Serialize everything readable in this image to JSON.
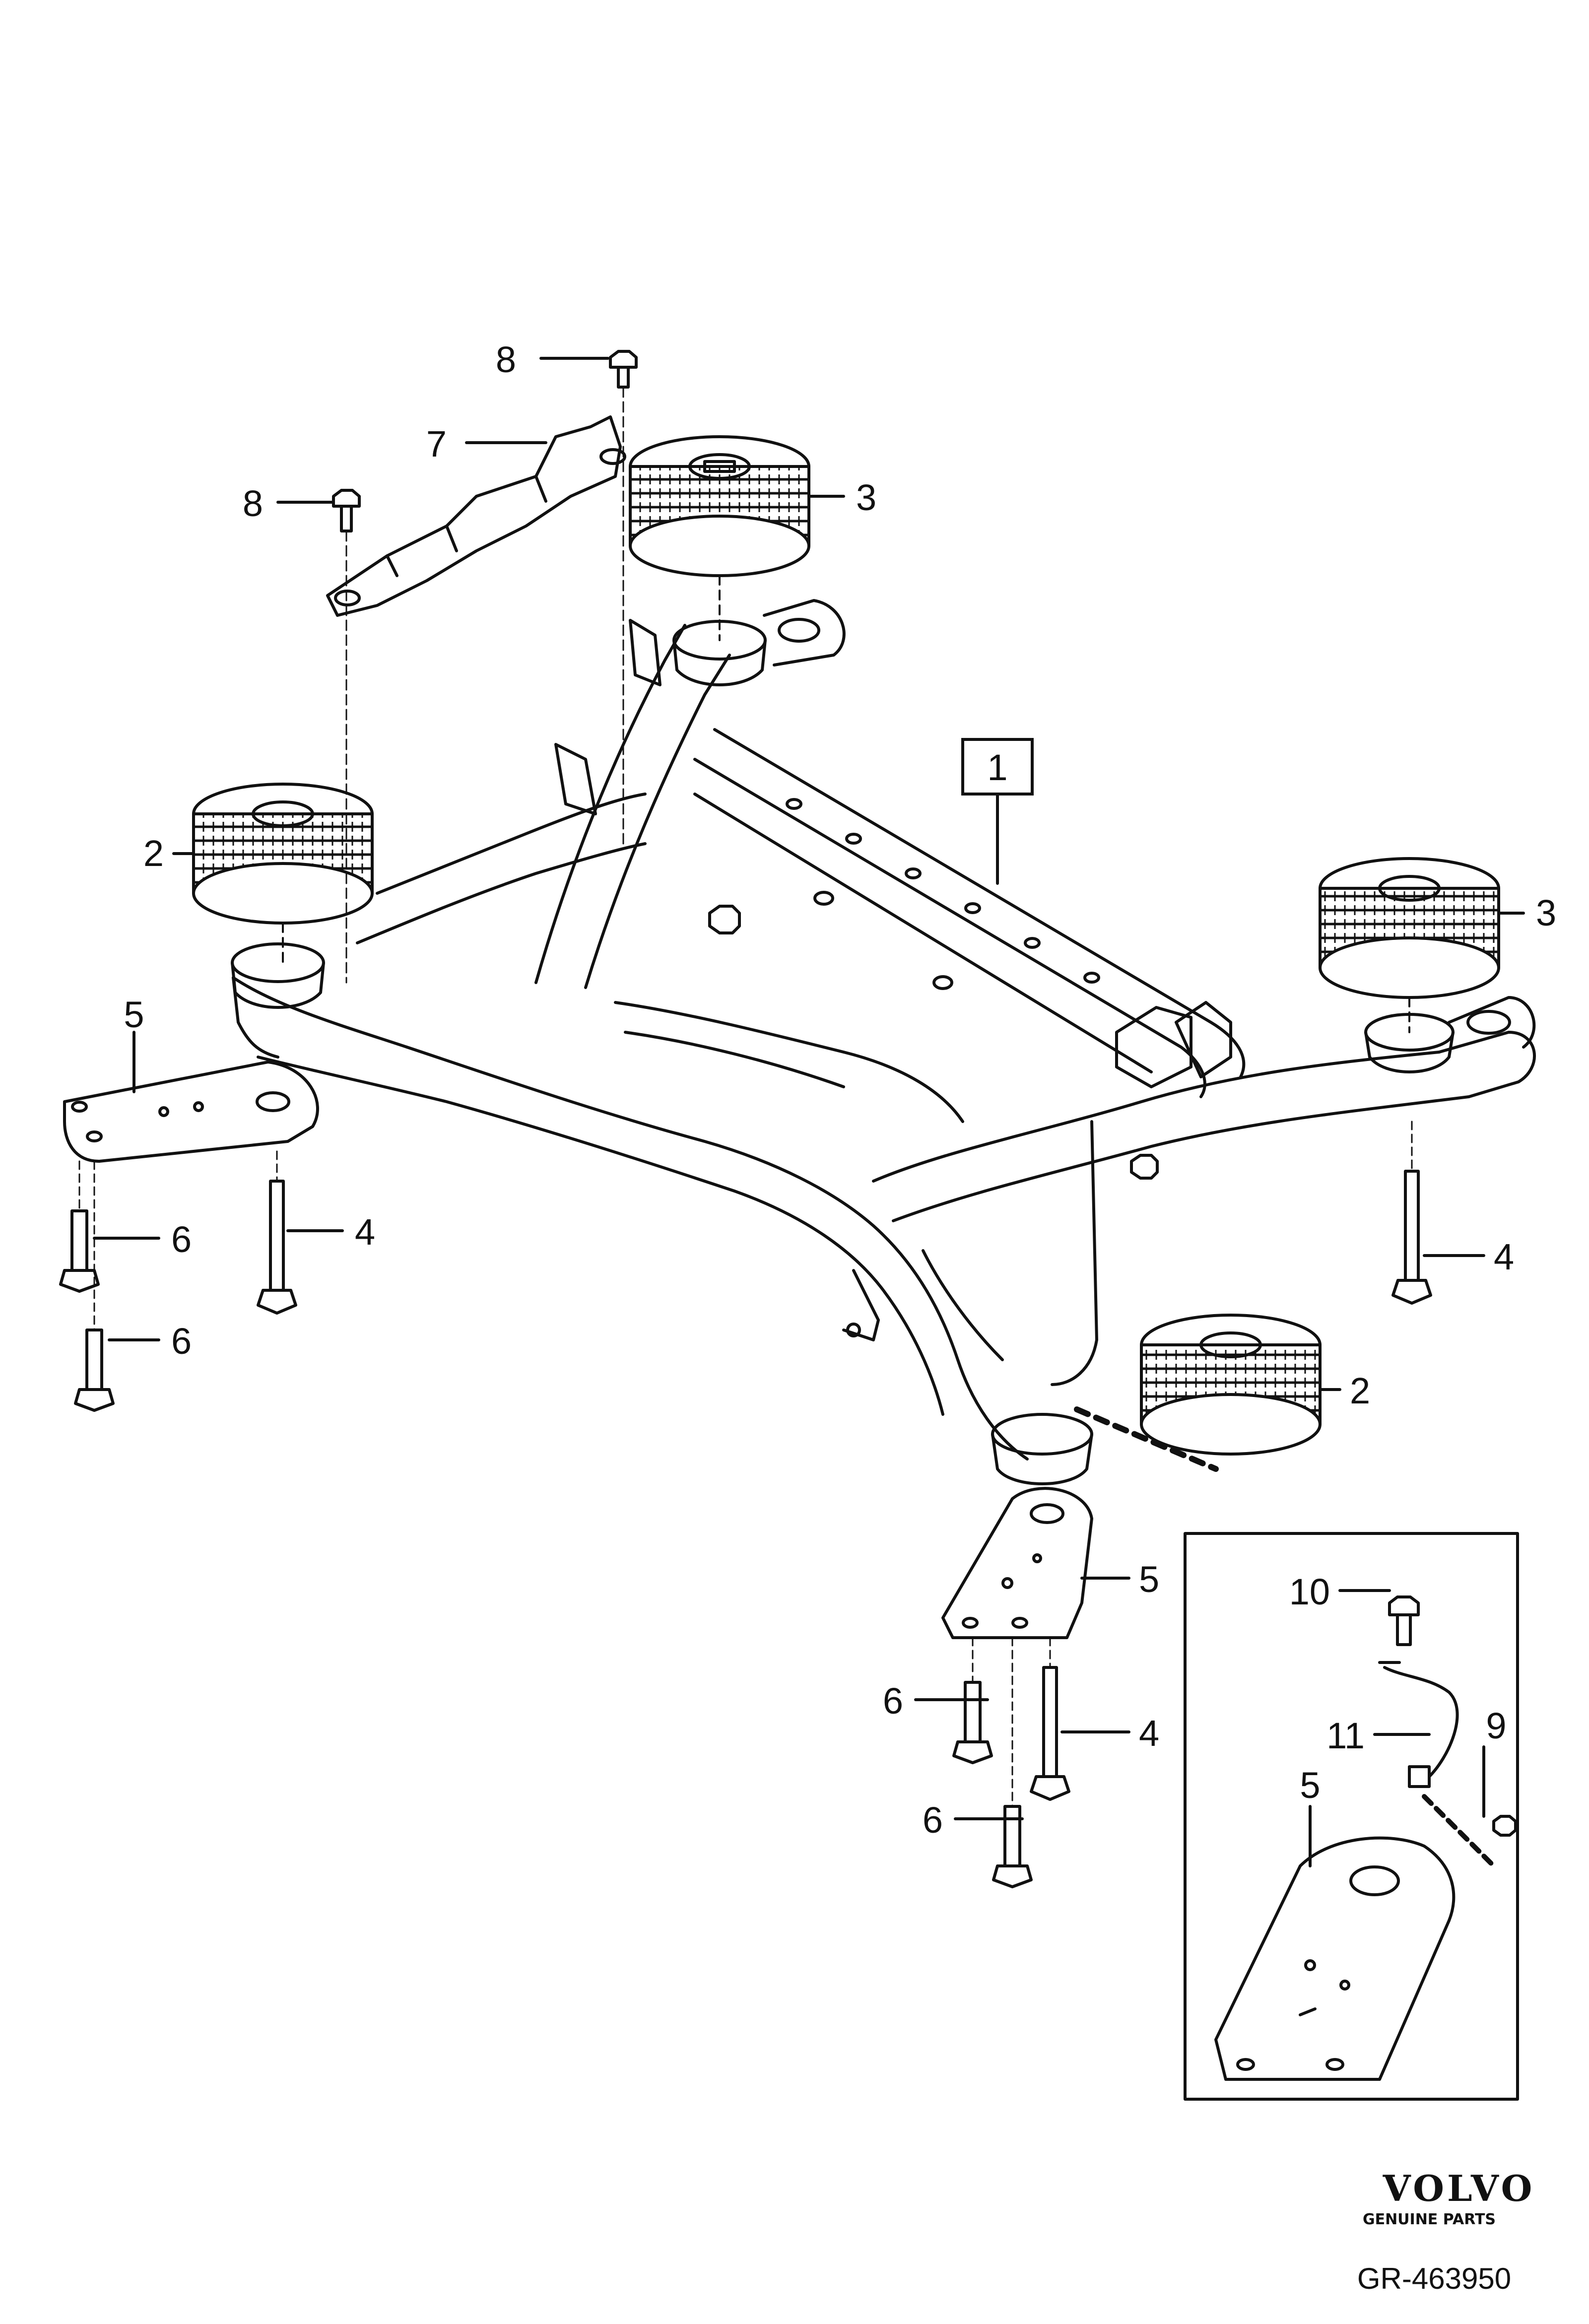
{
  "diagram": {
    "callouts": {
      "c1": "1",
      "c2_left": "2",
      "c2_right": "2",
      "c3_top": "3",
      "c3_right": "3",
      "c4_left": "4",
      "c4_right": "4",
      "c4_bottom": "4",
      "c5_left": "5",
      "c5_bottom": "5",
      "c5_inset": "5",
      "c6_a": "6",
      "c6_b": "6",
      "c6_c": "6",
      "c6_d": "6",
      "c7": "7",
      "c8_top": "8",
      "c8_left": "8",
      "c9": "9",
      "c10": "10",
      "c11": "11"
    },
    "brand": {
      "name": "VOLVO",
      "tagline": "GENUINE PARTS"
    },
    "reference_code": "GR-463950"
  },
  "colors": {
    "line": "#111111",
    "background": "#ffffff"
  }
}
